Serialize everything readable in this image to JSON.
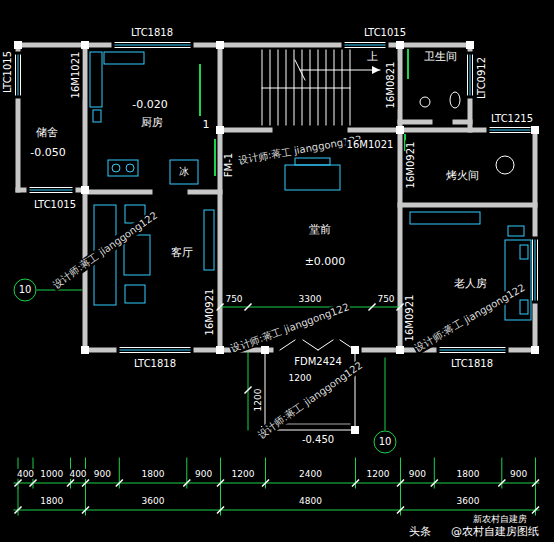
{
  "diagram": {
    "nodes": [
      {
        "text": [
          "储舍",
          "-0.050"
        ]
      },
      {
        "text": [
          "-0.020",
          "厨房"
        ]
      },
      {
        "text": [
          "卫生间"
        ]
      },
      {
        "text": [
          "烤火间"
        ]
      },
      {
        "text": [
          "客厅"
        ]
      },
      {
        "text": [
          "堂前",
          "±0.000"
        ]
      },
      {
        "text": [
          "老人房"
        ]
      }
    ],
    "labels": [
      "LTC1818",
      "LTC1015",
      "LTC1015",
      "16M1021",
      "1",
      "16M0821",
      "上",
      "LTC0912",
      "LTC1215",
      "设计师:蒋工 jianggong122",
      "16M1021",
      "16M0921",
      "FM-1",
      "冰",
      "LTC1015",
      "设计师:蒋工 jianggong122",
      "10",
      "设计师:蒋工 jianggong122",
      "设计师:蒋工 jianggong122",
      "16M0921",
      "16M0921",
      "750",
      "3300",
      "750",
      "LTC1818",
      "FDM2424",
      "LTC1818",
      "1200",
      "1200",
      "-0.450",
      "10",
      "设计师:蒋工 jianggong122",
      "400",
      "1000",
      "400",
      "900",
      "1800",
      "900",
      "1200",
      "2400",
      "1200",
      "900",
      "1800",
      "900",
      "1800",
      "3600",
      "4800",
      "3600",
      "新农村自建房",
      "头条",
      "@农村自建房图纸"
    ]
  }
}
